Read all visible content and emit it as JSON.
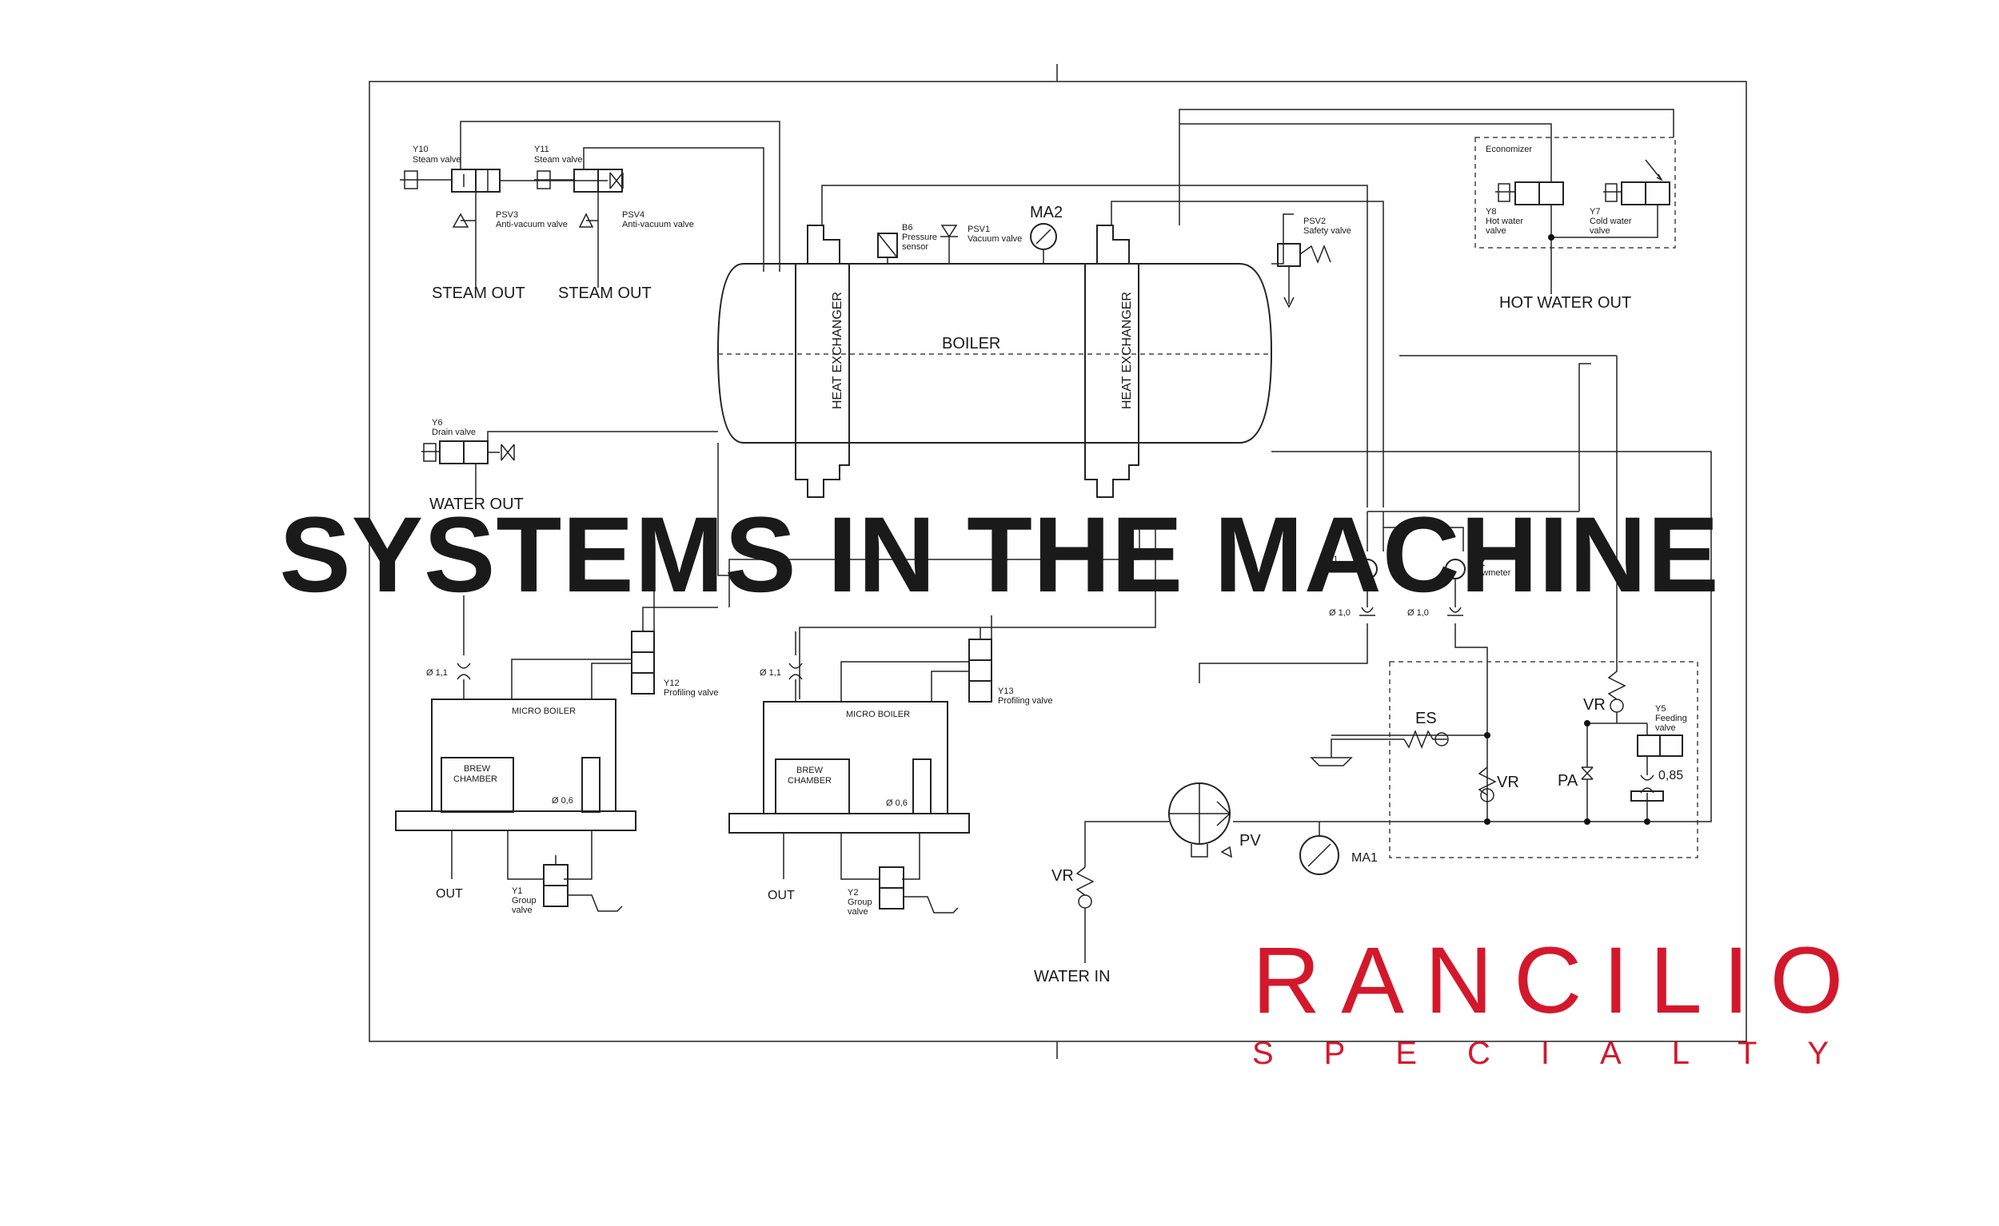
{
  "heading": "SYSTEMS IN THE MACHINE",
  "brand": {
    "name": "RANCILIO",
    "sub": "SPECIALTY",
    "color": "#d4182c"
  },
  "labels": {
    "y10": "Y10",
    "y10d": "Steam valve",
    "y11": "Y11",
    "y11d": "Steam valve",
    "psv3": "PSV3",
    "psv3d": "Anti-vacuum valve",
    "psv4": "PSV4",
    "psv4d": "Anti-vacuum valve",
    "steam_out_1": "STEAM OUT",
    "steam_out_2": "STEAM OUT",
    "b6": "B6",
    "b6d1": "Pressure",
    "b6d2": "sensor",
    "psv1": "PSV1",
    "psv1d": "Vacuum valve",
    "ma2": "MA2",
    "psv2": "PSV2",
    "psv2d": "Safety valve",
    "boiler": "BOILER",
    "heat_ex_1": "HEAT EXCHANGER",
    "heat_ex_2": "HEAT EXCHANGER",
    "economizer": "Economizer",
    "y8": "Y8",
    "y8d1": "Hot water",
    "y8d2": "valve",
    "y7": "Y7",
    "y7d1": "Cold water",
    "y7d2": "valve",
    "hot_water_out": "HOT WATER OUT",
    "y6": "Y6",
    "y6d": "Drain valve",
    "water_out": "WATER OUT",
    "b1": "B1",
    "b1d": "Flowmeter",
    "b2": "B2",
    "b2d": "Flowmeter",
    "orifice_10a": "Ø 1,0",
    "orifice_10b": "Ø 1,0",
    "orifice_11a": "Ø 1,1",
    "orifice_11b": "Ø 1,1",
    "y12": "Y12",
    "y12d": "Profiling valve",
    "y13": "Y13",
    "y13d": "Profiling valve",
    "micro_boiler_1": "MICRO BOILER",
    "micro_boiler_2": "MICRO BOILER",
    "brew_1a": "BREW",
    "brew_1b": "CHAMBER",
    "brew_2a": "BREW",
    "brew_2b": "CHAMBER",
    "orifice_06a": "Ø 0,6",
    "orifice_06b": "Ø 0,6",
    "out_1": "OUT",
    "out_2": "OUT",
    "y1": "Y1",
    "y1d1": "Group",
    "y1d2": "valve",
    "y2": "Y2",
    "y2d1": "Group",
    "y2d2": "valve",
    "es": "ES",
    "vr_1": "VR",
    "vr_2": "VR",
    "vr_3": "VR",
    "y5": "Y5",
    "y5d1": "Feeding",
    "y5d2": "valve",
    "pa": "PA",
    "orifice_085": "0,85",
    "pv": "PV",
    "ma1": "MA1",
    "water_in": "WATER IN"
  }
}
